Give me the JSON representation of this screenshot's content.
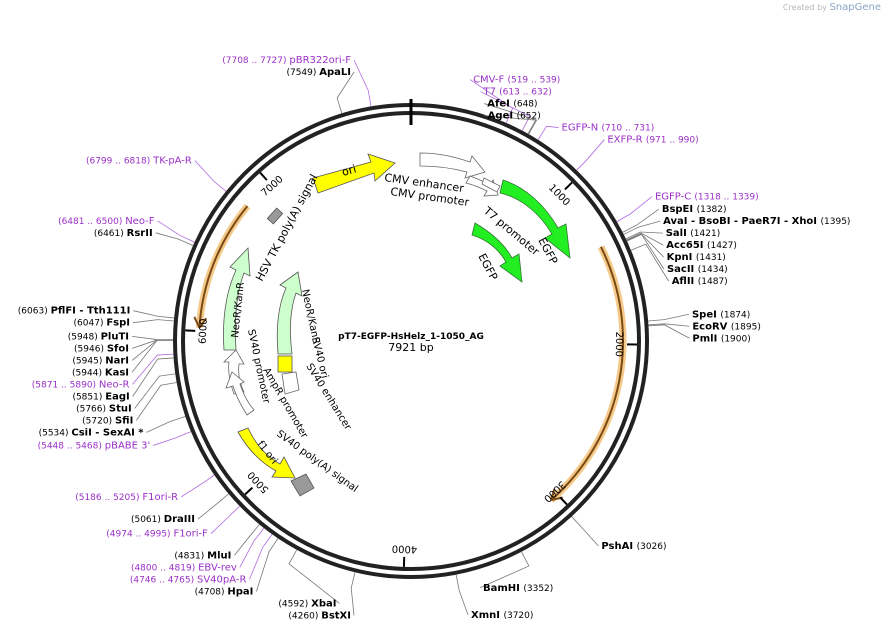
{
  "brand": {
    "created_by": "Created by",
    "name": "SnapGene"
  },
  "plasmid": {
    "name": "pT7-EGFP-HsHelz_1-1050_AG",
    "length_label": "7921 bp",
    "length": 7921
  },
  "ticks": [
    {
      "bp": 1000,
      "label": "1000"
    },
    {
      "bp": 2000,
      "label": "2000"
    },
    {
      "bp": 3000,
      "label": "3000"
    },
    {
      "bp": 4000,
      "label": "4000"
    },
    {
      "bp": 5000,
      "label": "5000"
    },
    {
      "bp": 6000,
      "label": "6000"
    },
    {
      "bp": 7000,
      "label": "7000"
    }
  ],
  "orfs": [
    {
      "start": 1400,
      "end": 3050,
      "dir": 1
    },
    {
      "start": 6020,
      "end": 6810,
      "dir": -1
    }
  ],
  "sites": [
    {
      "bp": 7549,
      "name": "ApaLI",
      "pos": "(7549)",
      "color": "#000000"
    },
    {
      "bp": 648,
      "name": "AfeI",
      "pos": "(648)",
      "color": "#000000"
    },
    {
      "bp": 652,
      "name": "AgeI",
      "pos": "(652)",
      "color": "#000000"
    },
    {
      "bp": 1382,
      "name": "BspEI",
      "pos": "(1382)",
      "color": "#000000"
    },
    {
      "bp": 1395,
      "name": "AvaI  - BsoBI  - PaeR7I  - XhoI",
      "pos": "(1395)",
      "color": "#000000"
    },
    {
      "bp": 1421,
      "name": "SalI",
      "pos": "(1421)",
      "color": "#000000"
    },
    {
      "bp": 1427,
      "name": "Acc65I",
      "pos": "(1427)",
      "color": "#000000"
    },
    {
      "bp": 1431,
      "name": "KpnI",
      "pos": "(1431)",
      "color": "#000000"
    },
    {
      "bp": 1434,
      "name": "SacII",
      "pos": "(1434)",
      "color": "#000000"
    },
    {
      "bp": 1487,
      "name": "AflII",
      "pos": "(1487)",
      "color": "#000000"
    },
    {
      "bp": 1874,
      "name": "SpeI",
      "pos": "(1874)",
      "color": "#000000"
    },
    {
      "bp": 1895,
      "name": "EcoRV",
      "pos": "(1895)",
      "color": "#000000"
    },
    {
      "bp": 1900,
      "name": "PmlI",
      "pos": "(1900)",
      "color": "#000000"
    },
    {
      "bp": 3026,
      "name": "PshAI",
      "pos": "(3026)",
      "color": "#000000"
    },
    {
      "bp": 3352,
      "name": "BamHI",
      "pos": "(3352)",
      "color": "#000000"
    },
    {
      "bp": 3720,
      "name": "XmnI",
      "pos": "(3720)",
      "color": "#000000"
    },
    {
      "bp": 4260,
      "name": "BstXI",
      "pos": "(4260)",
      "color": "#000000"
    },
    {
      "bp": 4592,
      "name": "XbaI",
      "pos": "(4592)",
      "color": "#000000"
    },
    {
      "bp": 4708,
      "name": "HpaI",
      "pos": "(4708)",
      "color": "#000000"
    },
    {
      "bp": 4831,
      "name": "MluI",
      "pos": "(4831)",
      "color": "#000000"
    },
    {
      "bp": 5061,
      "name": "DraIII",
      "pos": "(5061)",
      "color": "#000000"
    },
    {
      "bp": 5534,
      "name": "CsiI   - SexAI *",
      "pos": "(5534)",
      "color": "#000000"
    },
    {
      "bp": 5720,
      "name": "SfiI",
      "pos": "(5720)",
      "color": "#000000"
    },
    {
      "bp": 5766,
      "name": "StuI",
      "pos": "(5766)",
      "color": "#000000"
    },
    {
      "bp": 5851,
      "name": "EagI",
      "pos": "(5851)",
      "color": "#000000"
    },
    {
      "bp": 5944,
      "name": "KasI",
      "pos": "(5944)",
      "color": "#000000"
    },
    {
      "bp": 5945,
      "name": "NarI",
      "pos": "(5945)",
      "color": "#000000"
    },
    {
      "bp": 5946,
      "name": "SfoI",
      "pos": "(5946)",
      "color": "#000000"
    },
    {
      "bp": 5948,
      "name": "PluTI",
      "pos": "(5948)",
      "color": "#000000"
    },
    {
      "bp": 6047,
      "name": "FspI",
      "pos": "(6047)",
      "color": "#000000"
    },
    {
      "bp": 6063,
      "name": "PflFI   - Tth111I",
      "pos": "(6063)",
      "color": "#000000"
    },
    {
      "bp": 6461,
      "name": "RsrII",
      "pos": "(6461)",
      "color": "#000000"
    }
  ],
  "primers": [
    {
      "bp": 7708,
      "name": "pBR322ori-F",
      "pos": "(7708 .. 7727)",
      "color": "#9b30c8"
    },
    {
      "bp": 519,
      "name": "CMV-F",
      "pos": "(519 .. 539)",
      "color": "#9b30c8"
    },
    {
      "bp": 613,
      "name": "T7",
      "pos": "(613 .. 632)",
      "color": "#9b30c8"
    },
    {
      "bp": 710,
      "name": "EGFP-N",
      "pos": "(710 .. 731)",
      "color": "#9b30c8"
    },
    {
      "bp": 971,
      "name": "EXFP-R",
      "pos": "(971 .. 990)",
      "color": "#9b30c8"
    },
    {
      "bp": 1318,
      "name": "EGFP-C",
      "pos": "(1318 .. 1339)",
      "color": "#9b30c8"
    },
    {
      "bp": 6799,
      "name": "TK-pA-R",
      "pos": "(6799 .. 6818)",
      "color": "#9b30c8"
    },
    {
      "bp": 6481,
      "name": "Neo-F",
      "pos": "(6481 .. 6500)",
      "color": "#9b30c8"
    },
    {
      "bp": 5871,
      "name": "Neo-R",
      "pos": "(5871 .. 5890)",
      "color": "#9b30c8"
    },
    {
      "bp": 5448,
      "name": "pBABE 3'",
      "pos": "(5448 .. 5468)",
      "color": "#9b30c8"
    },
    {
      "bp": 5186,
      "name": "F1ori-R",
      "pos": "(5186 .. 5205)",
      "color": "#9b30c8"
    },
    {
      "bp": 4974,
      "name": "F1ori-F",
      "pos": "(4974 .. 4995)",
      "color": "#9b30c8"
    },
    {
      "bp": 4800,
      "name": "EBV-rev",
      "pos": "(4800 .. 4819)",
      "color": "#9b30c8"
    },
    {
      "bp": 4746,
      "name": "SV40pA-R",
      "pos": "(4746 .. 4765)",
      "color": "#9b30c8"
    }
  ],
  "features": [
    {
      "name": "ori",
      "color": "#ffff00",
      "label": "ori"
    },
    {
      "name": "CMV enhancer",
      "color": "#ffffff",
      "label": "CMV enhancer"
    },
    {
      "name": "CMV promoter",
      "color": "#ffffff",
      "label": "CMV promoter"
    },
    {
      "name": "T7 promoter",
      "color": "#ffffff",
      "label": "T7 promoter"
    },
    {
      "name": "EGFP (outer)",
      "color": "#22ee22",
      "label": "EGFP"
    },
    {
      "name": "EGFP (inner)",
      "color": "#22ee22",
      "label": "EGFP"
    },
    {
      "name": "HSV TK poly(A) signal",
      "color": "#999999",
      "label": "HSV TK poly(A) signal"
    },
    {
      "name": "NeoR/KanR (outer)",
      "color": "#ccffcc",
      "label": "NeoR/KanR"
    },
    {
      "name": "NeoR/KanR (inner)",
      "color": "#ccffcc",
      "label": "NeoR/KanR"
    },
    {
      "name": "SV40 promoter",
      "color": "#ffffff",
      "label": "SV40 promoter"
    },
    {
      "name": "SV40 ori",
      "color": "#ffff00",
      "label": "SV40 ori"
    },
    {
      "name": "SV40 enhancer",
      "color": "#ffffff",
      "label": "SV40 enhancer"
    },
    {
      "name": "AmpR promoter",
      "color": "#ffffff",
      "label": "AmpR promoter"
    },
    {
      "name": "f1 ori",
      "color": "#ffff00",
      "label": "f1 ori"
    },
    {
      "name": "SV40 poly(A) signal",
      "color": "#999999",
      "label": "SV40 poly(A) signal"
    }
  ]
}
